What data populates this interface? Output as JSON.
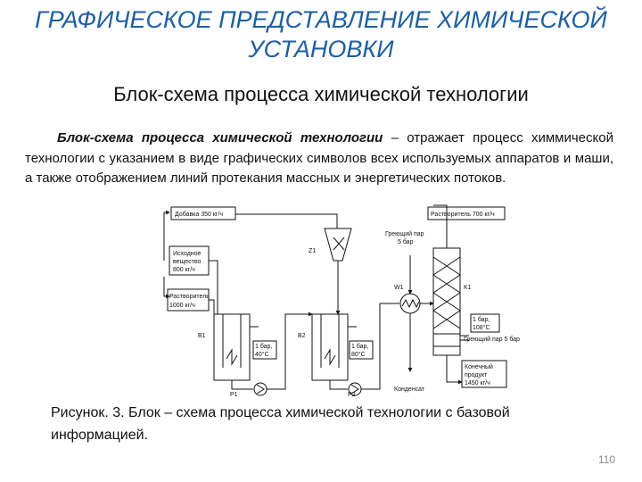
{
  "slide": {
    "title": "ГРАФИЧЕСКОЕ ПРЕДСТАВЛЕНИЕ ХИМИЧЕСКОЙ УСТАНОВКИ",
    "subtitle": "Блок-схема процесса химической технологии",
    "paragraph_lead": "Блок-схема процесса химической технологии",
    "paragraph_rest": " – отражает процесс химмической технологии с указанием в виде графических символов всех используемых аппаратов и маши, а также отображением линий протекания массных и энергетических потоков.",
    "caption": "Рисунок. 3. Блок – схема процесса химической технологии с базовой информацией.",
    "page_number": "110"
  },
  "diagram": {
    "labels": {
      "additive": "Добавка 350 кг/ч",
      "initial_substance_1": "Исходное",
      "initial_substance_2": "вещество",
      "initial_substance_3": "800 кг/ч",
      "solvent_in_1": "Растворитель",
      "solvent_in_2": "1000 кг/ч",
      "solvent_top": "Растворитель 700 кг/ч",
      "steam_top_1": "Греющий пар",
      "steam_top_2": "5 бар",
      "steam_bottom": "Греющий пар 5 бар",
      "condensate": "Конденсат",
      "product_1": "Конечный",
      "product_2": "продукт",
      "product_3": "1450 кг/ч",
      "b1_cond_1": "1 бар,",
      "b1_cond_2": "40°C",
      "b2_cond_1": "1 бар,",
      "b2_cond_2": "80°C",
      "k1_cond_1": "1 бар,",
      "k1_cond_2": "108°C",
      "z1": "Z1",
      "b1": "B1",
      "b2": "B2",
      "w1": "W1",
      "k1": "K1",
      "p1": "P1",
      "p2": "P2"
    }
  }
}
